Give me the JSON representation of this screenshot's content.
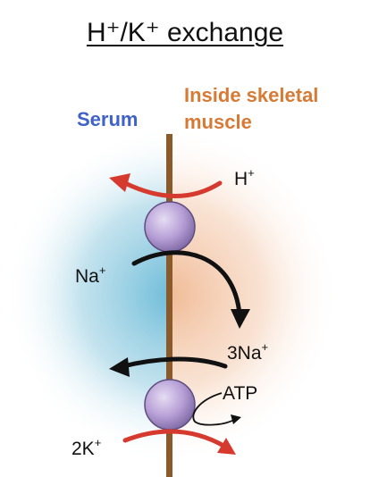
{
  "title": "H⁺/K⁺ exchange",
  "serum_label": "Serum",
  "inside_label_line1": "Inside skeletal",
  "inside_label_line2": "muscle",
  "ions": {
    "h_plus": {
      "base": "H",
      "charge": "+"
    },
    "na_plus": {
      "base": "Na",
      "charge": "+"
    },
    "three_na_plus": {
      "base": "3Na",
      "charge": "+"
    },
    "atp": "ATP",
    "two_k_plus": {
      "base": "2K",
      "charge": "+"
    }
  },
  "colors": {
    "serum": "#3f62c9",
    "inside": "#d67a36",
    "membrane": "#8b5a2b",
    "transporter": "#b7a0d6",
    "arrow_red": "#d63a2f",
    "arrow_black": "#111111"
  }
}
